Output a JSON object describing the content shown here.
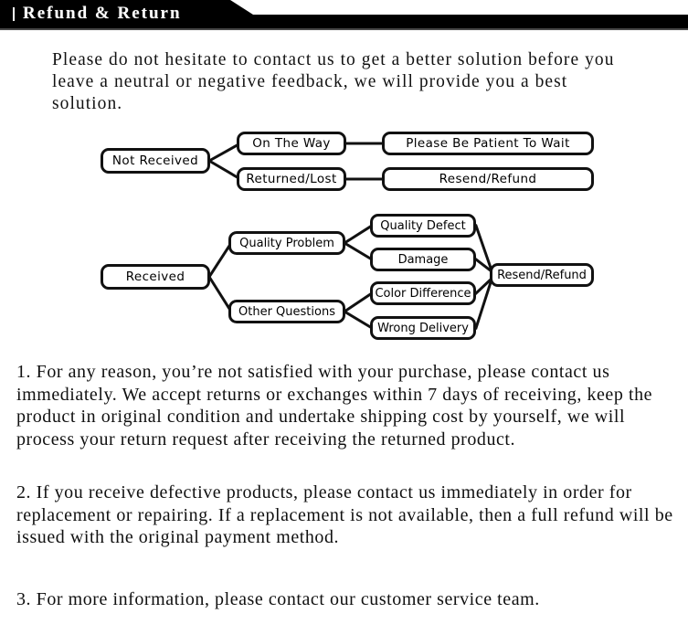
{
  "header": {
    "title": "Refund & Return",
    "tick_icon": "vertical-bar-icon",
    "background_color": "#000000",
    "text_color": "#ffffff"
  },
  "intro": {
    "text": "Please do not hesitate to contact us to get a better solution before you leave a neutral or negative feedback, we will provide you a best solution."
  },
  "flowcharts": [
    {
      "id": "not-received-flow",
      "root": "Not Received",
      "nodes": {
        "root": "Not Received",
        "branch_1": "On The Way",
        "branch_2": "Returned/Lost",
        "outcome_1": "Please Be Patient To Wait",
        "outcome_2": "Resend/Refund"
      }
    },
    {
      "id": "received-flow",
      "root": "Received",
      "nodes": {
        "root": "Received",
        "branch_1": "Quality Problem",
        "branch_2": "Other Questions",
        "leaf_1": "Quality Defect",
        "leaf_2": "Damage",
        "leaf_3": "Color Difference",
        "leaf_4": "Wrong Delivery",
        "outcome": "Resend/Refund"
      }
    }
  ],
  "terms": {
    "item_1": "1. For any reason, you’re not satisfied  with your purchase, please contact us immediately. We accept returns or exchanges within 7  days of receiving, keep the product in original condition and undertake shipping cost by yourself, we will process your return request after receiving the returned product.",
    "item_2": "2. If you receive  defective products, please contact us immediately in order for replacement or repairing. If a replacement is not available, then a full refund will be issued with the original payment method.",
    "item_3": "3. For more information, please contact our customer service team."
  }
}
